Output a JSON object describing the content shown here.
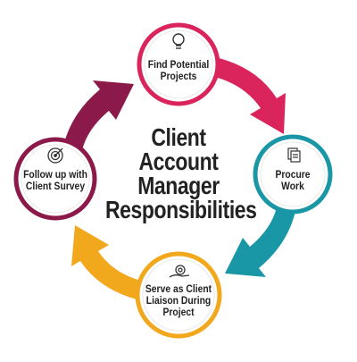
{
  "title": {
    "lines": [
      "Client",
      "Account",
      "Manager",
      "Responsibilities"
    ]
  },
  "steps": [
    {
      "lines": [
        "Find Potential",
        "Projects"
      ],
      "icon": "lightbulb-icon",
      "color": "#d9245c"
    },
    {
      "lines": [
        "Procure",
        "Work"
      ],
      "icon": "documents-icon",
      "color": "#1a97a6"
    },
    {
      "lines": [
        "Serve as Client",
        "Liaison During",
        "Project"
      ],
      "icon": "gear-hand-icon",
      "color": "#f2a81d"
    },
    {
      "lines": [
        "Follow up with",
        "Client Survey"
      ],
      "icon": "target-icon",
      "color": "#8b1a4a"
    }
  ]
}
